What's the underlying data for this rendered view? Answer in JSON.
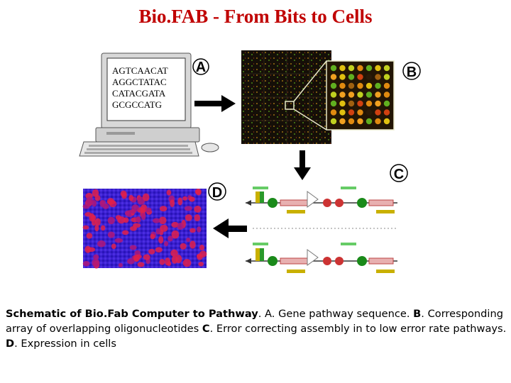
{
  "title": "Bio.FAB - From Bits to Cells",
  "sequences": [
    "AGTCAACAT",
    "AGGCTATAC",
    "CATACGATA",
    "GCGCCATG"
  ],
  "panel_labels": {
    "a": "A",
    "b": "B",
    "c": "C",
    "d": "D"
  },
  "caption": {
    "t1": "Schematic of Bio.Fab Computer to Pathway",
    "t2": ". A",
    "t3": ". Gene pathway sequence.  ",
    "t4": "B",
    "t5": ". Corresponding array of overlapping oligonucleotides  ",
    "t6": "C",
    "t7": ". Error correcting assembly in to low error rate pathways. ",
    "t8": "D",
    "t9": ". Expression in cells"
  }
}
